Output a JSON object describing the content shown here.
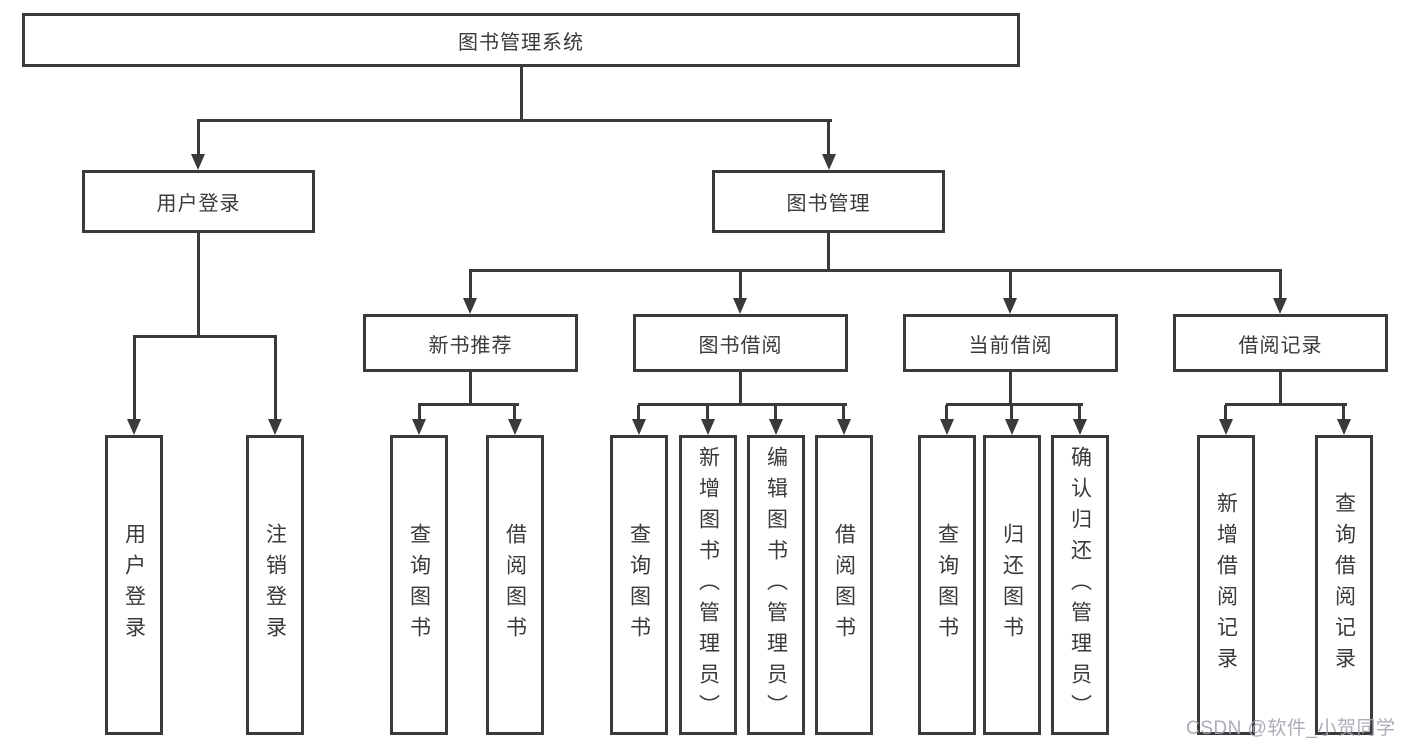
{
  "colors": {
    "line": "#3a3a3a",
    "box_background": "#ffffff",
    "watermark": "#a4a6b1"
  },
  "diagram": {
    "root": "图书管理系统",
    "user_login": "用户登录",
    "book_management": "图书管理",
    "sections": {
      "new_book": "新书推荐",
      "book_borrow": "图书借阅",
      "current_borrow": "当前借阅",
      "borrow_record": "借阅记录"
    },
    "user_login_children": [
      "用户登录",
      "注销登录"
    ],
    "new_book_children": [
      "查询图书",
      "借阅图书"
    ],
    "book_borrow_children": [
      "查询图书",
      "新增图书（管理员）",
      "编辑图书（管理员）",
      "借阅图书"
    ],
    "current_borrow_children": [
      "查询图书",
      "归还图书",
      "确认归还（管理员）"
    ],
    "borrow_record_children": [
      "新增借阅记录",
      "查询借阅记录"
    ]
  },
  "watermark": {
    "text": "CSDN @软件_小贺同学"
  }
}
